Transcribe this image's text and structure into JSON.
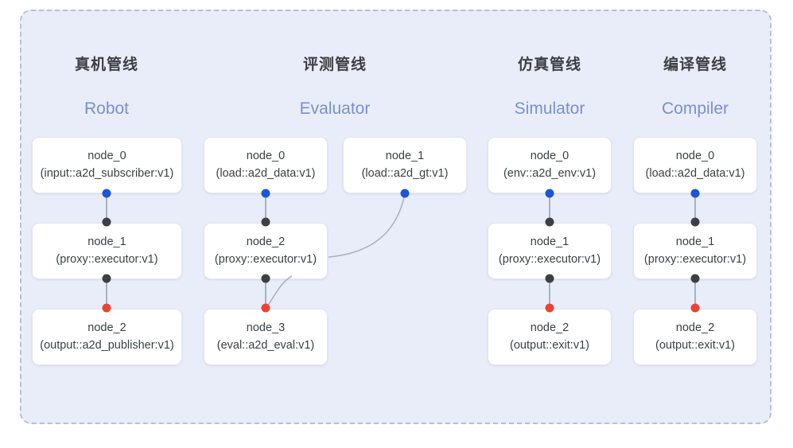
{
  "panel": {
    "border_style": "dashed",
    "border_color": "#b9c0cc",
    "background": "#e8edf9"
  },
  "palette": {
    "accent_blue": "#1a56d6",
    "accent_red": "#ea4335",
    "port_black": "#3c4043",
    "edge_gray": "#aab1bd",
    "title_en_color": "#7a90cc",
    "text_color": "#3c4043"
  },
  "columns": [
    {
      "title_cn": "真机管线",
      "title_en": "Robot",
      "nodes": [
        {
          "name": "node_0",
          "type": "(input::a2d_subscriber:v1)"
        },
        {
          "name": "node_1",
          "type": "(proxy::executor:v1)"
        },
        {
          "name": "node_2",
          "type": "(output::a2d_publisher:v1)"
        }
      ]
    },
    {
      "title_cn": "评测管线",
      "title_en": "Evaluator",
      "nodes": [
        {
          "name": "node_0",
          "type": "(load::a2d_data:v1)"
        },
        {
          "name": "node_1",
          "type": "(load::a2d_gt:v1)"
        },
        {
          "name": "node_2",
          "type": "(proxy::executor:v1)"
        },
        {
          "name": "node_3",
          "type": "(eval::a2d_eval:v1)"
        }
      ]
    },
    {
      "title_cn": "仿真管线",
      "title_en": "Simulator",
      "nodes": [
        {
          "name": "node_0",
          "type": "(env::a2d_env:v1)"
        },
        {
          "name": "node_1",
          "type": "(proxy::executor:v1)"
        },
        {
          "name": "node_2",
          "type": "(output::exit:v1)"
        }
      ]
    },
    {
      "title_cn": "编译管线",
      "title_en": "Compiler",
      "nodes": [
        {
          "name": "node_0",
          "type": "(load::a2d_data:v1)"
        },
        {
          "name": "node_1",
          "type": "(proxy::executor:v1)"
        },
        {
          "name": "node_2",
          "type": "(output::exit:v1)"
        }
      ]
    }
  ]
}
